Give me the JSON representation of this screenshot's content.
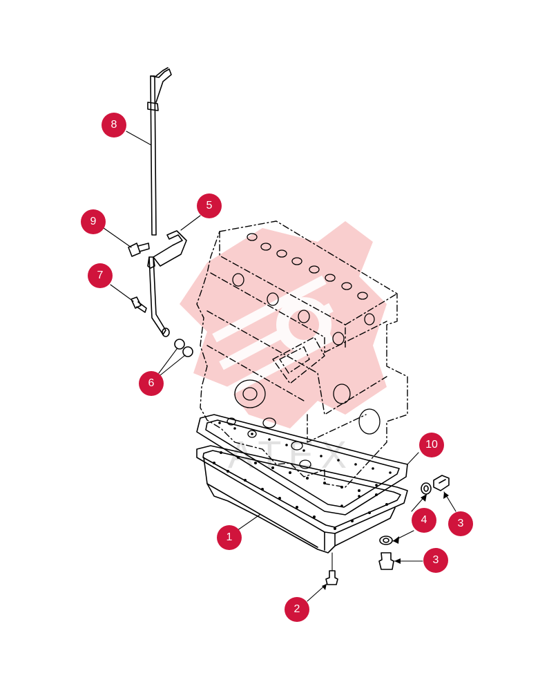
{
  "colors": {
    "callout_fill": "#d0143c",
    "callout_text": "#ffffff",
    "line": "#000000",
    "watermark": "#f2a0a0"
  },
  "watermark_text": "ATEX",
  "callouts": [
    {
      "id": "1",
      "label": "1"
    },
    {
      "id": "2",
      "label": "2"
    },
    {
      "id": "3a",
      "label": "3"
    },
    {
      "id": "3b",
      "label": "3"
    },
    {
      "id": "4",
      "label": "4"
    },
    {
      "id": "5",
      "label": "5"
    },
    {
      "id": "6",
      "label": "6"
    },
    {
      "id": "7",
      "label": "7"
    },
    {
      "id": "8",
      "label": "8"
    },
    {
      "id": "9",
      "label": "9"
    },
    {
      "id": "10",
      "label": "10"
    }
  ]
}
